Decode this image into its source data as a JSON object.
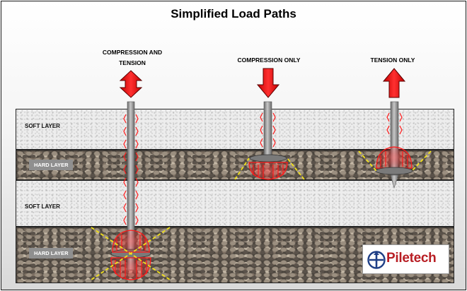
{
  "title": "Simplified Load Paths",
  "piles": [
    {
      "label": "COMPRESSION AND TENSION",
      "label_lines": [
        "COMPRESSION AND",
        "TENSION"
      ],
      "load": "compression-and-tension"
    },
    {
      "label": "COMPRESSION ONLY",
      "label_lines": [
        "COMPRESSION ONLY"
      ],
      "load": "compression"
    },
    {
      "label": "TENSION ONLY",
      "label_lines": [
        "TENSION ONLY"
      ],
      "load": "tension"
    }
  ],
  "layers": [
    {
      "name": "SOFT LAYER",
      "kind": "soft"
    },
    {
      "name": "HARD LAYER",
      "kind": "hard"
    },
    {
      "name": "SOFT LAYER",
      "kind": "soft"
    },
    {
      "name": "HARD LAYER",
      "kind": "hard"
    }
  ],
  "logo": {
    "text": "Piletech",
    "icon": "piletech-logo-icon"
  },
  "colors": {
    "load_arrow": "#ff1a1a",
    "load_arrow_outline": "#6a0000",
    "pile_shaft": "#8a8a8a",
    "failure_lines": "#f2e21a",
    "logo_text": "#b81e24",
    "logo_icon": "#1f3f86"
  }
}
